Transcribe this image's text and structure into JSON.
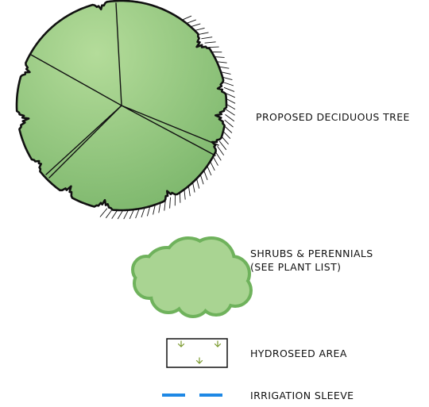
{
  "legend": {
    "items": [
      {
        "key": "tree",
        "label_lines": [
          "PROPOSED DECIDUOUS TREE"
        ]
      },
      {
        "key": "shrubs",
        "label_lines": [
          "SHRUBS & PERENNIALS",
          "(SEE PLANT LIST)"
        ]
      },
      {
        "key": "hydroseed",
        "label_lines": [
          "HYDROSEED AREA"
        ]
      },
      {
        "key": "irrigation",
        "label_lines": [
          "IRRIGATION SLEEVE"
        ]
      }
    ]
  },
  "colors": {
    "tree_light": "#b4dc9a",
    "tree_dark": "#7ab56a",
    "shrub_fill": "#a9d492",
    "shrub_edge": "#6fb25c",
    "hydroseed_mark": "#7a9a2e",
    "sleeve": "#1e88e5",
    "ink": "#111111"
  },
  "icons": {
    "tree": "deciduous-tree-symbol",
    "shrubs": "shrub-cloud-symbol",
    "hydroseed": "hydroseed-hatch-symbol",
    "irrigation": "dashed-sleeve-line"
  }
}
